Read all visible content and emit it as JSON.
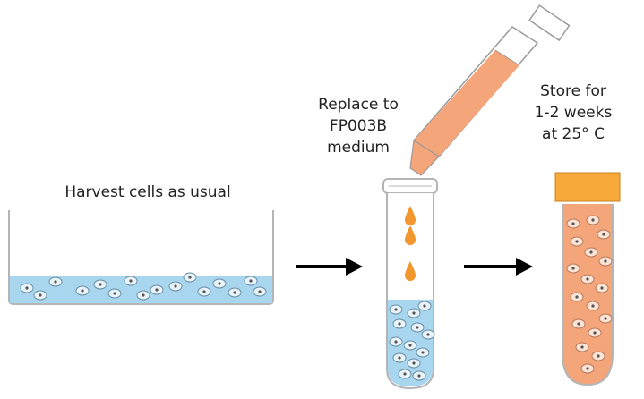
{
  "steps": {
    "harvest": {
      "text": "Harvest cells as usual"
    },
    "replace": {
      "lines": [
        "Replace to",
        "FP003B",
        "medium"
      ]
    },
    "store": {
      "lines": [
        "Store for",
        "1-2 weeks",
        "at 25° C"
      ]
    }
  },
  "colors": {
    "dish_medium": "#a9d6ef",
    "cell": "#e9f4fa",
    "orange_medium": "#f4a57a",
    "droplet": "#f2962e",
    "cap": "#f7a93a",
    "tube_outline": "#b5b5b5",
    "arrow": "#000000"
  },
  "icons": [
    "petri-dish-icon",
    "arrow-right-icon",
    "pipette-icon",
    "centrifuge-tube-icon",
    "storage-tube-icon"
  ]
}
